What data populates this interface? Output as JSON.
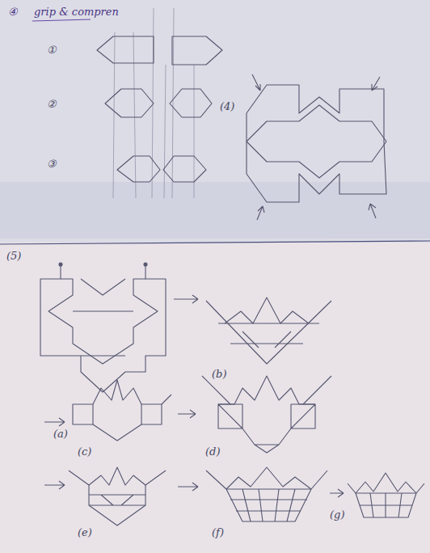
{
  "diagram": {
    "labels": [
      "④",
      "grip & compren",
      "①",
      "②",
      "③",
      "(4)",
      "(5)",
      "(a)",
      "(b)",
      "(c)",
      "(d)",
      "(e)",
      "(f)",
      "(g)"
    ]
  }
}
